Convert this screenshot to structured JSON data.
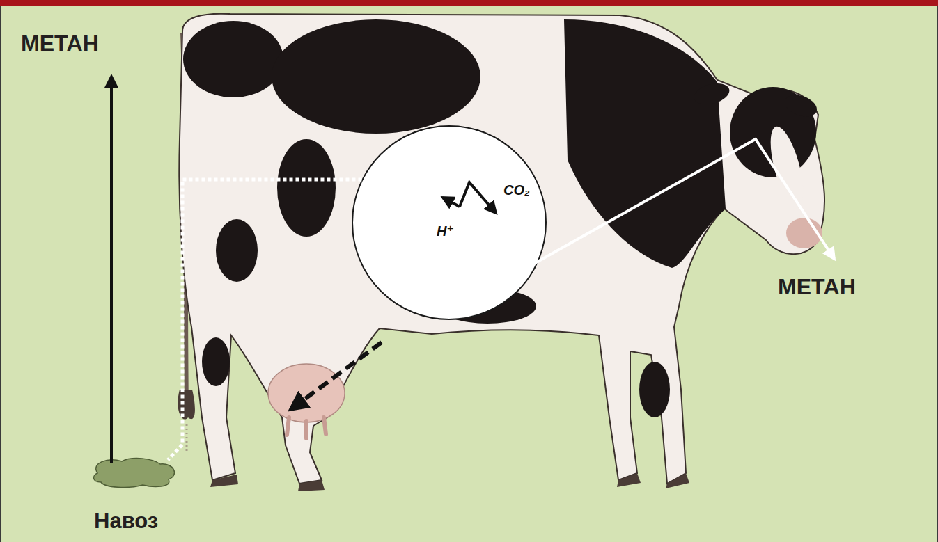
{
  "diagram": {
    "nodes": [
      {
        "text": [
          "H⁺",
          "CO₂"
        ]
      },
      {
        "text": [
          "Навоз"
        ]
      }
    ],
    "edges": [
      {
        "from": 0,
        "to": 1,
        "arrow": "none"
      }
    ],
    "labels": [
      "МЕТАН",
      "МЕТАН"
    ]
  }
}
